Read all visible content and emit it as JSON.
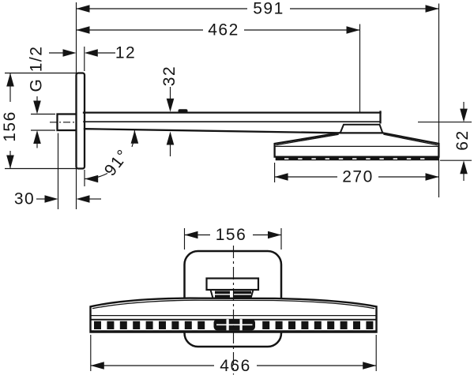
{
  "colors": {
    "line": "#141414",
    "background": "#ffffff"
  },
  "side_view": {
    "overall_length": "591",
    "length_to_spray_center": "462",
    "wall_plate_thickness": "12",
    "arm_height": "32",
    "thread_label": "G 1/2",
    "wall_plate_height": "156",
    "arm_angle": "91°",
    "pipe_projection": "30",
    "head_depth": "270",
    "head_height": "62"
  },
  "bottom_view": {
    "wall_plate_width": "156",
    "head_width": "466"
  }
}
